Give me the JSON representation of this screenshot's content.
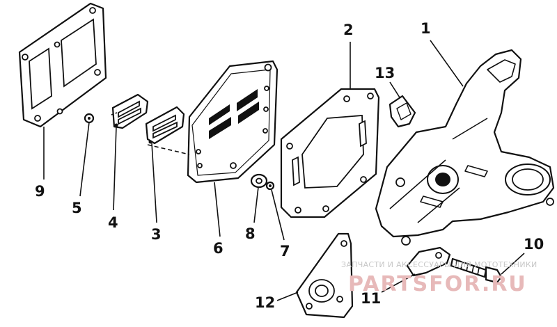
{
  "callouts": [
    {
      "id": "1",
      "label": "1",
      "part": "adaptor-housing"
    },
    {
      "id": "2",
      "label": "2",
      "part": "gasket-large"
    },
    {
      "id": "3",
      "label": "3",
      "part": "reed-stop"
    },
    {
      "id": "4",
      "label": "4",
      "part": "reed-valve"
    },
    {
      "id": "5",
      "label": "5",
      "part": "screw"
    },
    {
      "id": "6",
      "label": "6",
      "part": "reed-plate"
    },
    {
      "id": "7",
      "label": "7",
      "part": "lock-washer"
    },
    {
      "id": "8",
      "label": "8",
      "part": "bushing"
    },
    {
      "id": "9",
      "label": "9",
      "part": "gasket"
    },
    {
      "id": "10",
      "label": "10",
      "part": "bolt"
    },
    {
      "id": "11",
      "label": "11",
      "part": "clamp"
    },
    {
      "id": "12",
      "label": "12",
      "part": "cover-plate"
    },
    {
      "id": "13",
      "label": "13",
      "part": "clip"
    }
  ],
  "watermark": {
    "text": "ЗАПЧАСТИ И АКСЕССУАРЫ ДЛЯ МОТОТЕХНИКИ",
    "logo": "PARTSFOR.RU"
  }
}
